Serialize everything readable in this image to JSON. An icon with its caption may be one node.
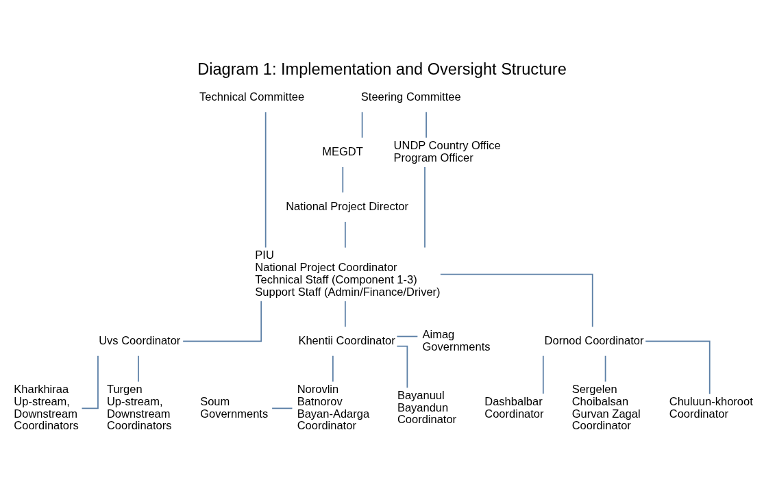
{
  "diagram": {
    "title": "Diagram 1: Implementation and Oversight Structure",
    "nodes": [
      {
        "text": [
          "Technical Committee"
        ]
      },
      {
        "text": [
          "Steering Committee"
        ]
      },
      {
        "text": [
          "UNDP Country Office Program Officer"
        ]
      },
      {
        "text": [
          "MEGDT"
        ]
      },
      {
        "text": [
          "National Project Director"
        ]
      },
      {
        "text": [
          "PIU",
          "National Project Coordinator",
          "Technical Staff (Component 1-3)",
          "Support Staff (Admin/Finance/Driver)"
        ]
      },
      {
        "text": [
          "Aimag Governments"
        ]
      },
      {
        "text": [
          "Khentii Coordinator"
        ]
      },
      {
        "text": [
          "Dornod Coordinator"
        ]
      },
      {
        "text": [
          "Uvs Coordinator"
        ]
      },
      {
        "text": [
          "Soum Governments"
        ]
      },
      {
        "text": [
          "Norovlin Batnorov Bayan-Adarga Coordinator"
        ]
      },
      {
        "text": [
          "Bayanuul Bayandun Coordinator"
        ]
      },
      {
        "text": [
          "Sergelen Choibalsan Gurvan Zagal Coordinator"
        ]
      },
      {
        "text": [
          "Chuluun-khoroot Coordinator"
        ]
      },
      {
        "text": [
          "Dashbalbar Coordinator"
        ]
      },
      {
        "text": [
          "Kharkhiraa Up-stream, Downstream Coordinators"
        ]
      },
      {
        "text": [
          "Turgen Up-stream, Downstream Coordinators"
        ]
      }
    ],
    "edges": [
      {
        "from": 1,
        "to": 2,
        "arrow": "none"
      },
      {
        "from": 1,
        "to": 3,
        "arrow": "none"
      },
      {
        "from": 3,
        "to": 4,
        "arrow": "none"
      },
      {
        "from": 2,
        "to": 5,
        "arrow": "none"
      },
      {
        "from": 4,
        "to": 5,
        "arrow": "none"
      },
      {
        "from": 0,
        "to": 5,
        "arrow": "none"
      },
      {
        "from": 5,
        "to": 7,
        "arrow": "none"
      },
      {
        "from": 5,
        "to": 8,
        "arrow": "none"
      },
      {
        "from": 5,
        "to": 9,
        "arrow": "none"
      },
      {
        "from": 6,
        "to": 7,
        "arrow": "none"
      },
      {
        "from": 7,
        "to": 11,
        "arrow": "none"
      },
      {
        "from": 7,
        "to": 12,
        "arrow": "none"
      },
      {
        "from": 10,
        "to": 11,
        "arrow": "none"
      },
      {
        "from": 8,
        "to": 13,
        "arrow": "none"
      },
      {
        "from": 8,
        "to": 14,
        "arrow": "none"
      },
      {
        "from": 8,
        "to": 15,
        "arrow": "none"
      },
      {
        "from": 9,
        "to": 16,
        "arrow": "none"
      },
      {
        "from": 9,
        "to": 17,
        "arrow": "none"
      }
    ]
  }
}
